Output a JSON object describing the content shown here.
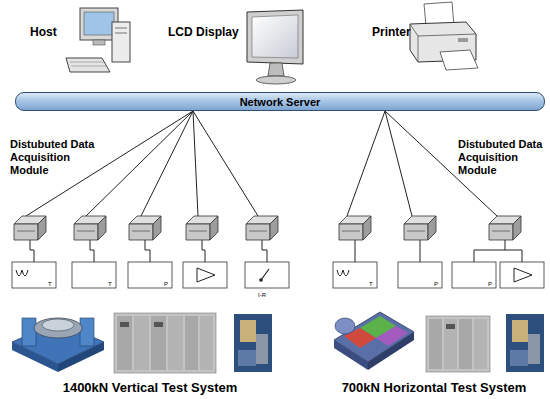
{
  "diagram": {
    "nodes": [
      {
        "text": [
          "Host"
        ]
      },
      {
        "text": [
          "LCD Display"
        ]
      },
      {
        "text": [
          "Printer"
        ]
      },
      {
        "text": [
          "Network Server"
        ]
      }
    ],
    "labels": [
      "Distubuted Data Acquisition Module",
      "Distubuted Data Acquisition Module",
      "T",
      "T",
      "P",
      "I-R",
      "T",
      "P",
      "P",
      "1400kN Vertical Test System",
      "700kN Horizontal Test System"
    ]
  }
}
